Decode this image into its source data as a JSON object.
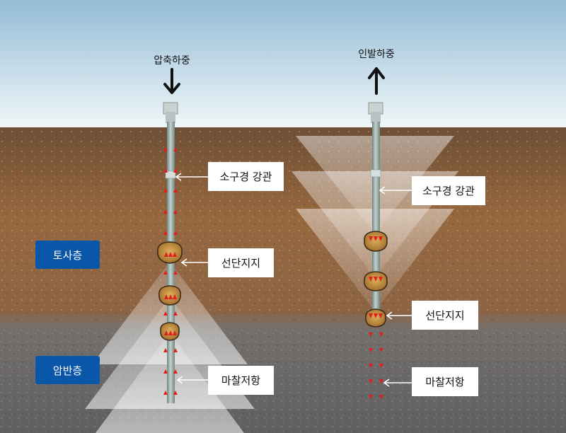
{
  "colors": {
    "sky_top": "#9cc3da",
    "sky_bottom": "#eef5f8",
    "soil": "#8a5f3e",
    "rock": "#6d6d6d",
    "pipe": "#93a7a4",
    "arrow_red": "#e11d1d",
    "layer_tag": "#0a56a8",
    "bulb": "#b8863b"
  },
  "left_pile": {
    "load_label": "압축하중",
    "load_arrow_icon": "arrow-down-icon",
    "pipe_label": "소구경 강관",
    "shear_label": "선단지지",
    "friction_label": "마찰저항"
  },
  "right_pile": {
    "load_label": "인발하중",
    "load_arrow_icon": "arrow-up-icon",
    "pipe_label": "소구경 강관",
    "shear_label": "선단지지",
    "friction_label": "마찰저항"
  },
  "layers": {
    "soil_label": "토사층",
    "rock_label": "암반층"
  }
}
